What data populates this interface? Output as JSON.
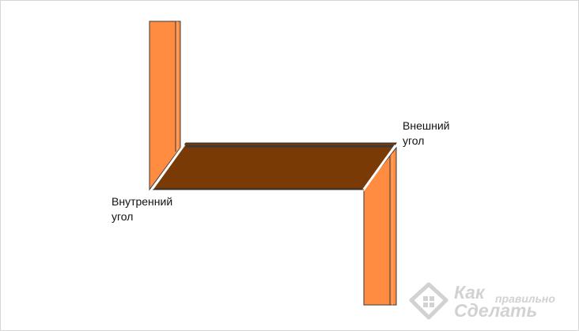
{
  "labels": {
    "inner_corner": {
      "line1": "Внутренний",
      "line2": "угол"
    },
    "outer_corner": {
      "line1": "Внешний",
      "line2": "угол"
    }
  },
  "watermark": {
    "line1": "Как",
    "line2": "правильно",
    "line3": "Сделать"
  },
  "colors": {
    "background": "#ffffff",
    "wall_orange": "#ff8c40",
    "floor_brown": "#7a3a05",
    "outline": "#333333",
    "highlight": "#ffffff",
    "watermark": "#d2d2d2"
  }
}
